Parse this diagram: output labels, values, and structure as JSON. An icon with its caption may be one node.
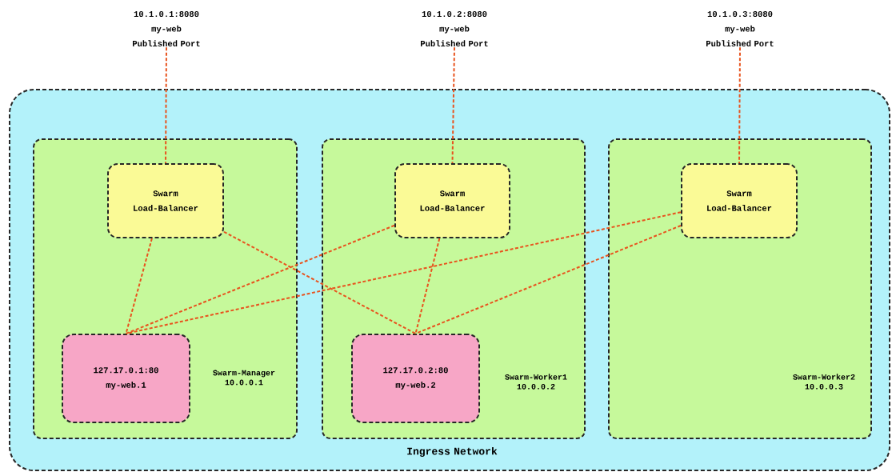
{
  "diagram": {
    "nodes": [
      {
        "text": [
          "Ingress Network"
        ]
      },
      {
        "text": [
          "Swarm-Manager 10.0.0.1"
        ],
        "in": 0
      },
      {
        "text": [
          "Swarm Load-Balancer"
        ],
        "in": 1
      },
      {
        "text": [
          "127.17.0.1:80 my-web.1"
        ],
        "in": 1
      },
      {
        "text": [
          "Swarm-Worker1 10.0.0.2"
        ],
        "in": 0
      },
      {
        "text": [
          "Swarm Load-Balancer"
        ],
        "in": 4
      },
      {
        "text": [
          "127.17.0.2:80 my-web.2"
        ],
        "in": 4
      },
      {
        "text": [
          "Swarm-Worker2 10.0.0.3"
        ],
        "in": 0
      },
      {
        "text": [
          "Swarm Load-Balancer"
        ],
        "in": 7
      },
      {
        "text": [
          "10.1.0.1:8080 my-web Published Port"
        ]
      },
      {
        "text": [
          "10.1.0.2:8080 my-web Published Port"
        ]
      },
      {
        "text": [
          "10.1.0.3:8080 my-web Published Port"
        ]
      }
    ],
    "edges": [
      {
        "from": 9,
        "to": 2,
        "arrow": "none",
        "style": "dashed"
      },
      {
        "from": 10,
        "to": 5,
        "arrow": "none",
        "style": "dashed"
      },
      {
        "from": 11,
        "to": 8,
        "arrow": "none",
        "style": "dashed"
      },
      {
        "from": 2,
        "to": 3,
        "arrow": "none",
        "style": "dashed"
      },
      {
        "from": 2,
        "to": 6,
        "arrow": "none",
        "style": "dashed"
      },
      {
        "from": 5,
        "to": 3,
        "arrow": "none",
        "style": "dashed"
      },
      {
        "from": 5,
        "to": 6,
        "arrow": "none",
        "style": "dashed"
      },
      {
        "from": 8,
        "to": 3,
        "arrow": "none",
        "style": "dashed"
      },
      {
        "from": 8,
        "to": 6,
        "arrow": "none",
        "style": "dashed"
      }
    ]
  }
}
